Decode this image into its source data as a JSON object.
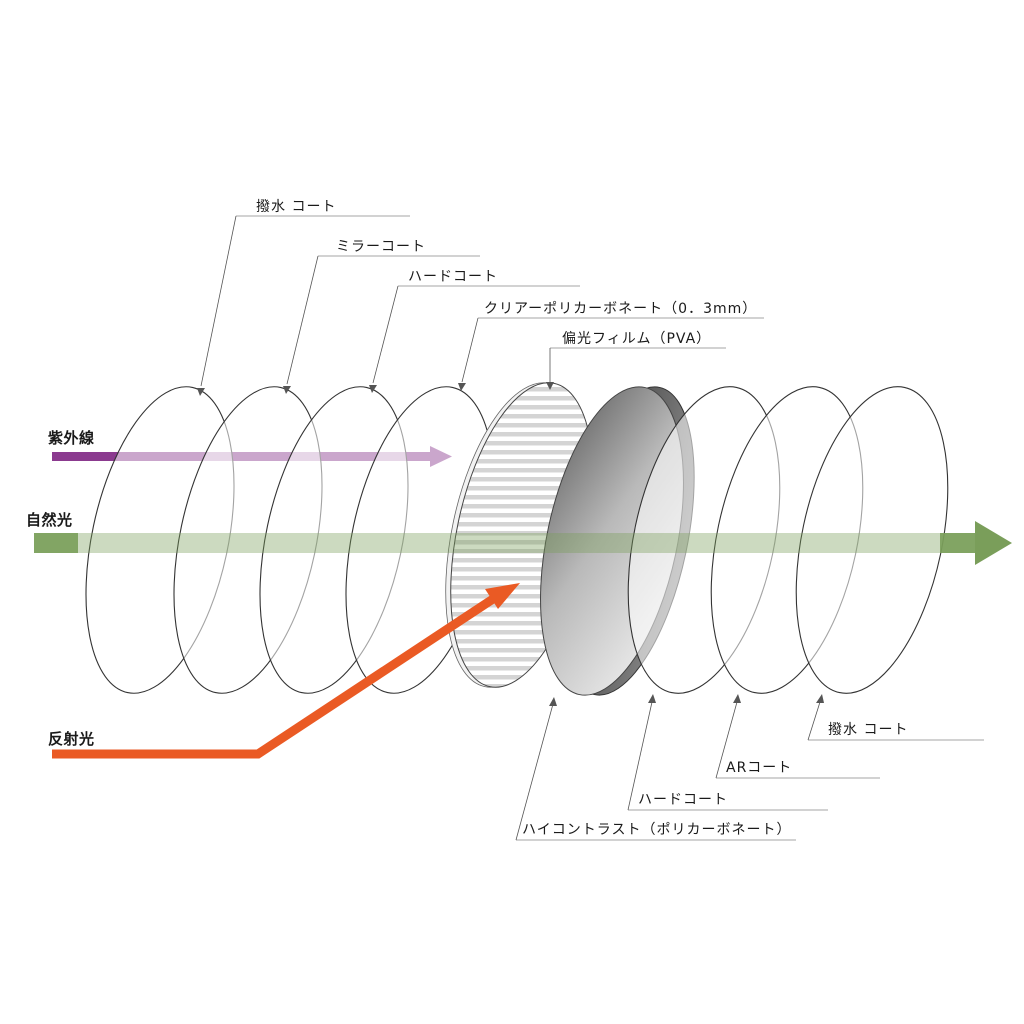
{
  "rays": {
    "uv": {
      "label": "紫外線",
      "color": "#8b3a8f"
    },
    "natural": {
      "label": "自然光",
      "color": "#7a9e5a"
    },
    "reflected": {
      "label": "反射光",
      "color": "#ea5a24"
    }
  },
  "layers_front": [
    {
      "id": "water-repellent-front",
      "label": "撥水 コート"
    },
    {
      "id": "mirror-coat",
      "label": "ミラーコート"
    },
    {
      "id": "hard-coat-front",
      "label": "ハードコート"
    },
    {
      "id": "clear-polycarbonate",
      "label": "クリアーポリカーボネート（0．3mm）"
    },
    {
      "id": "polarizing-film",
      "label": "偏光フィルム（PVA）"
    }
  ],
  "layers_back": [
    {
      "id": "high-contrast-polycarbonate",
      "label": "ハイコントラスト（ポリカーボネート）"
    },
    {
      "id": "hard-coat-back",
      "label": "ハードコート"
    },
    {
      "id": "ar-coat",
      "label": "ARコート"
    },
    {
      "id": "water-repellent-back",
      "label": "撥水 コート"
    }
  ],
  "colors": {
    "lens_tint": "#8a8a8a",
    "film_stripe": "#cfcfcf",
    "outline": "#333333"
  }
}
